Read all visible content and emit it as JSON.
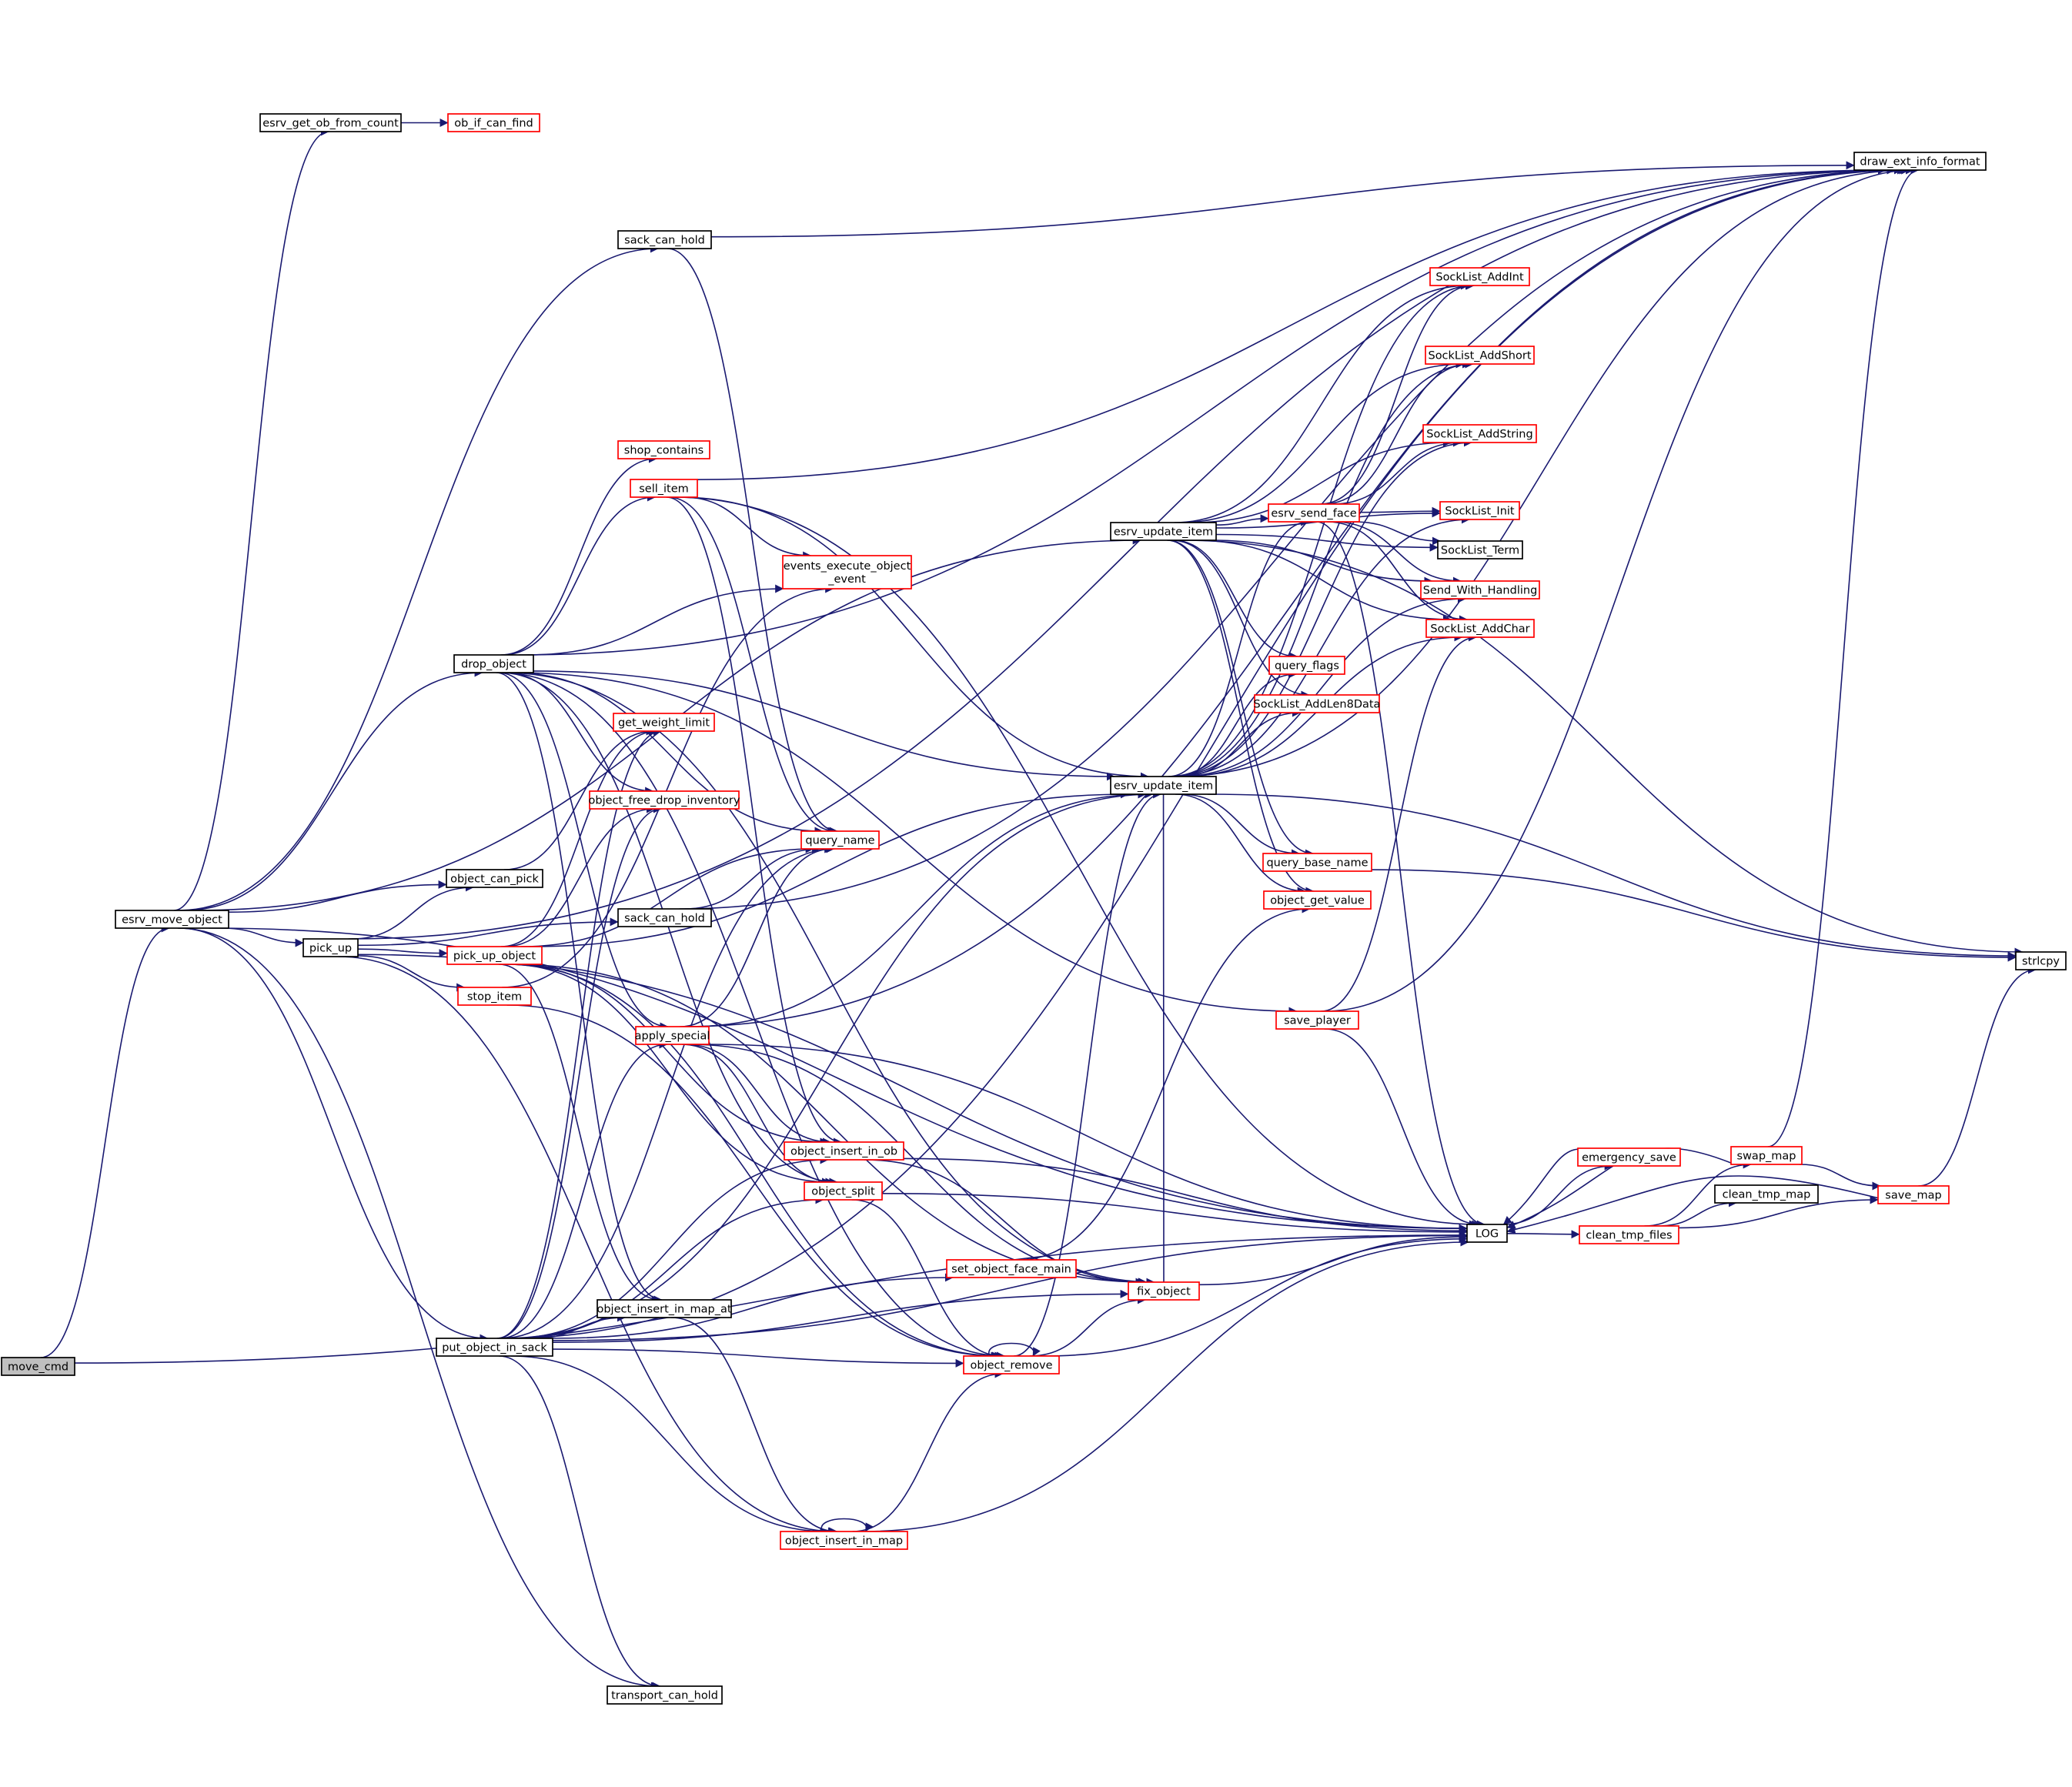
{
  "graph": {
    "colors": {
      "edge": "#191970",
      "node_fill": "#ffffff",
      "node_fill_root": "#bfbfbf",
      "border_default": "#000000",
      "border_truncated": "#ff0000"
    },
    "nodes": [
      {
        "id": "move_cmd",
        "label": "move_cmd",
        "root": true,
        "truncated": false
      },
      {
        "id": "esrv_move_object",
        "label": "esrv_move_object",
        "truncated": false
      },
      {
        "id": "esrv_get_ob_from_count",
        "label": "esrv_get_ob_from_count",
        "truncated": false
      },
      {
        "id": "ob_if_can_find",
        "label": "ob_if_can_find",
        "truncated": true
      },
      {
        "id": "sack_can_hold_top",
        "label": "sack_can_hold",
        "truncated": false
      },
      {
        "id": "drop_object",
        "label": "drop_object",
        "truncated": false
      },
      {
        "id": "object_can_pick",
        "label": "object_can_pick",
        "truncated": false
      },
      {
        "id": "pick_up",
        "label": "pick_up",
        "truncated": false
      },
      {
        "id": "pick_up_object",
        "label": "pick_up_object",
        "truncated": true
      },
      {
        "id": "stop_item",
        "label": "stop_item",
        "truncated": true
      },
      {
        "id": "put_object_in_sack",
        "label": "put_object_in_sack",
        "truncated": false
      },
      {
        "id": "transport_can_hold",
        "label": "transport_can_hold",
        "truncated": false
      },
      {
        "id": "shop_contains",
        "label": "shop_contains",
        "truncated": true
      },
      {
        "id": "sell_item",
        "label": "sell_item",
        "truncated": true
      },
      {
        "id": "events_execute_object_event",
        "label": "events_execute_object\n_event",
        "truncated": true
      },
      {
        "id": "get_weight_limit",
        "label": "get_weight_limit",
        "truncated": true
      },
      {
        "id": "object_free_drop_inventory",
        "label": "object_free_drop_inventory",
        "truncated": true
      },
      {
        "id": "query_name",
        "label": "query_name",
        "truncated": true
      },
      {
        "id": "sack_can_hold_mid",
        "label": "sack_can_hold",
        "truncated": false
      },
      {
        "id": "apply_special",
        "label": "apply_special",
        "truncated": true
      },
      {
        "id": "object_insert_in_ob",
        "label": "object_insert_in_ob",
        "truncated": true
      },
      {
        "id": "object_split",
        "label": "object_split",
        "truncated": true
      },
      {
        "id": "object_insert_in_map_at",
        "label": "object_insert_in_map_at",
        "truncated": false
      },
      {
        "id": "set_object_face_main",
        "label": "set_object_face_main",
        "truncated": true
      },
      {
        "id": "object_remove",
        "label": "object_remove",
        "truncated": true
      },
      {
        "id": "object_insert_in_map",
        "label": "object_insert_in_map",
        "truncated": true
      },
      {
        "id": "fix_object",
        "label": "fix_object",
        "truncated": true
      },
      {
        "id": "esrv_update_item_top",
        "label": "esrv_update_item",
        "truncated": false
      },
      {
        "id": "esrv_update_item_mid",
        "label": "esrv_update_item",
        "truncated": false
      },
      {
        "id": "query_flags",
        "label": "query_flags",
        "truncated": true
      },
      {
        "id": "SockList_AddLen8Data",
        "label": "SockList_AddLen8Data",
        "truncated": true
      },
      {
        "id": "query_base_name",
        "label": "query_base_name",
        "truncated": true
      },
      {
        "id": "object_get_value",
        "label": "object_get_value",
        "truncated": true
      },
      {
        "id": "save_player",
        "label": "save_player",
        "truncated": true
      },
      {
        "id": "esrv_send_face",
        "label": "esrv_send_face",
        "truncated": true
      },
      {
        "id": "SockList_AddInt",
        "label": "SockList_AddInt",
        "truncated": true
      },
      {
        "id": "SockList_AddShort",
        "label": "SockList_AddShort",
        "truncated": true
      },
      {
        "id": "SockList_AddString",
        "label": "SockList_AddString",
        "truncated": true
      },
      {
        "id": "SockList_Init",
        "label": "SockList_Init",
        "truncated": true
      },
      {
        "id": "SockList_Term",
        "label": "SockList_Term",
        "truncated": false
      },
      {
        "id": "Send_With_Handling",
        "label": "Send_With_Handling",
        "truncated": true
      },
      {
        "id": "SockList_AddChar",
        "label": "SockList_AddChar",
        "truncated": true
      },
      {
        "id": "draw_ext_info_format",
        "label": "draw_ext_info_format",
        "truncated": false
      },
      {
        "id": "strlcpy",
        "label": "strlcpy",
        "truncated": false
      },
      {
        "id": "LOG",
        "label": "LOG",
        "truncated": false
      },
      {
        "id": "emergency_save",
        "label": "emergency_save",
        "truncated": true
      },
      {
        "id": "clean_tmp_files",
        "label": "clean_tmp_files",
        "truncated": true
      },
      {
        "id": "swap_map",
        "label": "swap_map",
        "truncated": true
      },
      {
        "id": "clean_tmp_map",
        "label": "clean_tmp_map",
        "truncated": false
      },
      {
        "id": "save_map",
        "label": "save_map",
        "truncated": true
      }
    ],
    "edges": [
      [
        "move_cmd",
        "esrv_move_object"
      ],
      [
        "move_cmd",
        "LOG"
      ],
      [
        "esrv_move_object",
        "esrv_get_ob_from_count"
      ],
      [
        "esrv_move_object",
        "esrv_update_item_top"
      ],
      [
        "esrv_move_object",
        "sack_can_hold_top"
      ],
      [
        "esrv_move_object",
        "drop_object"
      ],
      [
        "esrv_move_object",
        "object_can_pick"
      ],
      [
        "esrv_move_object",
        "pick_up"
      ],
      [
        "esrv_move_object",
        "put_object_in_sack"
      ],
      [
        "esrv_move_object",
        "transport_can_hold"
      ],
      [
        "esrv_move_object",
        "LOG"
      ],
      [
        "esrv_get_ob_from_count",
        "ob_if_can_find"
      ],
      [
        "sack_can_hold_top",
        "draw_ext_info_format"
      ],
      [
        "sack_can_hold_top",
        "query_name"
      ],
      [
        "drop_object",
        "draw_ext_info_format"
      ],
      [
        "drop_object",
        "shop_contains"
      ],
      [
        "drop_object",
        "sell_item"
      ],
      [
        "drop_object",
        "events_execute_object_event"
      ],
      [
        "drop_object",
        "object_free_drop_inventory"
      ],
      [
        "drop_object",
        "esrv_update_item_mid"
      ],
      [
        "drop_object",
        "query_name"
      ],
      [
        "drop_object",
        "save_player"
      ],
      [
        "drop_object",
        "fix_object"
      ],
      [
        "drop_object",
        "apply_special"
      ],
      [
        "drop_object",
        "object_insert_in_map_at"
      ],
      [
        "drop_object",
        "object_split"
      ],
      [
        "drop_object",
        "object_remove"
      ],
      [
        "object_can_pick",
        "get_weight_limit"
      ],
      [
        "pick_up",
        "object_can_pick"
      ],
      [
        "pick_up",
        "sack_can_hold_mid"
      ],
      [
        "pick_up",
        "pick_up_object"
      ],
      [
        "pick_up",
        "stop_item"
      ],
      [
        "pick_up",
        "draw_ext_info_format"
      ],
      [
        "pick_up",
        "object_insert_in_map"
      ],
      [
        "pick_up",
        "LOG"
      ],
      [
        "pick_up_object",
        "get_weight_limit"
      ],
      [
        "pick_up_object",
        "object_free_drop_inventory"
      ],
      [
        "pick_up_object",
        "query_name"
      ],
      [
        "pick_up_object",
        "esrv_update_item_mid"
      ],
      [
        "pick_up_object",
        "object_insert_in_ob"
      ],
      [
        "pick_up_object",
        "object_split"
      ],
      [
        "pick_up_object",
        "object_remove"
      ],
      [
        "pick_up_object",
        "object_insert_in_map_at"
      ],
      [
        "pick_up_object",
        "fix_object"
      ],
      [
        "stop_item",
        "events_execute_object_event"
      ],
      [
        "stop_item",
        "object_remove"
      ],
      [
        "put_object_in_sack",
        "apply_special"
      ],
      [
        "put_object_in_sack",
        "object_insert_in_ob"
      ],
      [
        "put_object_in_sack",
        "object_split"
      ],
      [
        "put_object_in_sack",
        "set_object_face_main"
      ],
      [
        "put_object_in_sack",
        "object_remove"
      ],
      [
        "put_object_in_sack",
        "object_insert_in_map_at"
      ],
      [
        "put_object_in_sack",
        "object_insert_in_map"
      ],
      [
        "put_object_in_sack",
        "esrv_update_item_mid"
      ],
      [
        "put_object_in_sack",
        "query_name"
      ],
      [
        "put_object_in_sack",
        "draw_ext_info_format"
      ],
      [
        "put_object_in_sack",
        "fix_object"
      ],
      [
        "put_object_in_sack",
        "LOG"
      ],
      [
        "put_object_in_sack",
        "transport_can_hold"
      ],
      [
        "put_object_in_sack",
        "object_free_drop_inventory"
      ],
      [
        "put_object_in_sack",
        "get_weight_limit"
      ],
      [
        "sell_item",
        "events_execute_object_event"
      ],
      [
        "sell_item",
        "query_name"
      ],
      [
        "sell_item",
        "draw_ext_info_format"
      ],
      [
        "sell_item",
        "esrv_update_item_mid"
      ],
      [
        "sell_item",
        "object_insert_in_ob"
      ],
      [
        "sell_item",
        "LOG"
      ],
      [
        "sack_can_hold_mid",
        "query_name"
      ],
      [
        "sack_can_hold_mid",
        "draw_ext_info_format"
      ],
      [
        "apply_special",
        "query_name"
      ],
      [
        "apply_special",
        "esrv_update_item_mid"
      ],
      [
        "apply_special",
        "draw_ext_info_format"
      ],
      [
        "apply_special",
        "object_insert_in_ob"
      ],
      [
        "apply_special",
        "object_split"
      ],
      [
        "apply_special",
        "fix_object"
      ],
      [
        "apply_special",
        "LOG"
      ],
      [
        "object_insert_in_ob",
        "fix_object"
      ],
      [
        "object_insert_in_ob",
        "LOG"
      ],
      [
        "object_split",
        "object_remove"
      ],
      [
        "object_split",
        "LOG"
      ],
      [
        "set_object_face_main",
        "object_get_value"
      ],
      [
        "object_remove",
        "object_remove"
      ],
      [
        "object_remove",
        "fix_object"
      ],
      [
        "object_remove",
        "esrv_update_item_mid"
      ],
      [
        "object_remove",
        "LOG"
      ],
      [
        "object_insert_in_map_at",
        "object_insert_in_map"
      ],
      [
        "object_insert_in_map",
        "object_insert_in_map"
      ],
      [
        "object_insert_in_map",
        "object_remove"
      ],
      [
        "object_insert_in_map",
        "LOG"
      ],
      [
        "fix_object",
        "esrv_update_item_mid"
      ],
      [
        "fix_object",
        "LOG"
      ],
      [
        "esrv_update_item_top",
        "SockList_AddInt"
      ],
      [
        "esrv_update_item_top",
        "SockList_AddShort"
      ],
      [
        "esrv_update_item_top",
        "SockList_AddString"
      ],
      [
        "esrv_update_item_top",
        "esrv_send_face"
      ],
      [
        "esrv_update_item_top",
        "SockList_Init"
      ],
      [
        "esrv_update_item_top",
        "SockList_Term"
      ],
      [
        "esrv_update_item_top",
        "Send_With_Handling"
      ],
      [
        "esrv_update_item_top",
        "SockList_AddChar"
      ],
      [
        "esrv_update_item_top",
        "query_flags"
      ],
      [
        "esrv_update_item_top",
        "SockList_AddLen8Data"
      ],
      [
        "esrv_update_item_top",
        "query_base_name"
      ],
      [
        "esrv_update_item_top",
        "object_get_value"
      ],
      [
        "esrv_update_item_top",
        "strlcpy"
      ],
      [
        "esrv_update_item_mid",
        "draw_ext_info_format"
      ],
      [
        "esrv_update_item_mid",
        "SockList_AddInt"
      ],
      [
        "esrv_update_item_mid",
        "SockList_AddShort"
      ],
      [
        "esrv_update_item_mid",
        "SockList_AddString"
      ],
      [
        "esrv_update_item_mid",
        "esrv_send_face"
      ],
      [
        "esrv_update_item_mid",
        "SockList_Init"
      ],
      [
        "esrv_update_item_mid",
        "Send_With_Handling"
      ],
      [
        "esrv_update_item_mid",
        "SockList_AddChar"
      ],
      [
        "esrv_update_item_mid",
        "query_flags"
      ],
      [
        "esrv_update_item_mid",
        "SockList_AddLen8Data"
      ],
      [
        "esrv_update_item_mid",
        "query_base_name"
      ],
      [
        "esrv_update_item_mid",
        "object_get_value"
      ],
      [
        "esrv_update_item_mid",
        "strlcpy"
      ],
      [
        "esrv_send_face",
        "SockList_AddInt"
      ],
      [
        "esrv_send_face",
        "SockList_AddShort"
      ],
      [
        "esrv_send_face",
        "SockList_AddString"
      ],
      [
        "esrv_send_face",
        "SockList_Init"
      ],
      [
        "esrv_send_face",
        "SockList_Term"
      ],
      [
        "esrv_send_face",
        "Send_With_Handling"
      ],
      [
        "esrv_send_face",
        "SockList_AddChar"
      ],
      [
        "esrv_send_face",
        "LOG"
      ],
      [
        "query_base_name",
        "strlcpy"
      ],
      [
        "save_player",
        "draw_ext_info_format"
      ],
      [
        "save_player",
        "LOG"
      ],
      [
        "save_player",
        "SockList_AddChar"
      ],
      [
        "LOG",
        "emergency_save"
      ],
      [
        "LOG",
        "clean_tmp_files"
      ],
      [
        "emergency_save",
        "LOG"
      ],
      [
        "clean_tmp_files",
        "swap_map"
      ],
      [
        "clean_tmp_files",
        "clean_tmp_map"
      ],
      [
        "clean_tmp_files",
        "save_map"
      ],
      [
        "swap_map",
        "LOG"
      ],
      [
        "swap_map",
        "draw_ext_info_format"
      ],
      [
        "swap_map",
        "save_map"
      ],
      [
        "save_map",
        "LOG"
      ],
      [
        "save_map",
        "strlcpy"
      ]
    ]
  }
}
